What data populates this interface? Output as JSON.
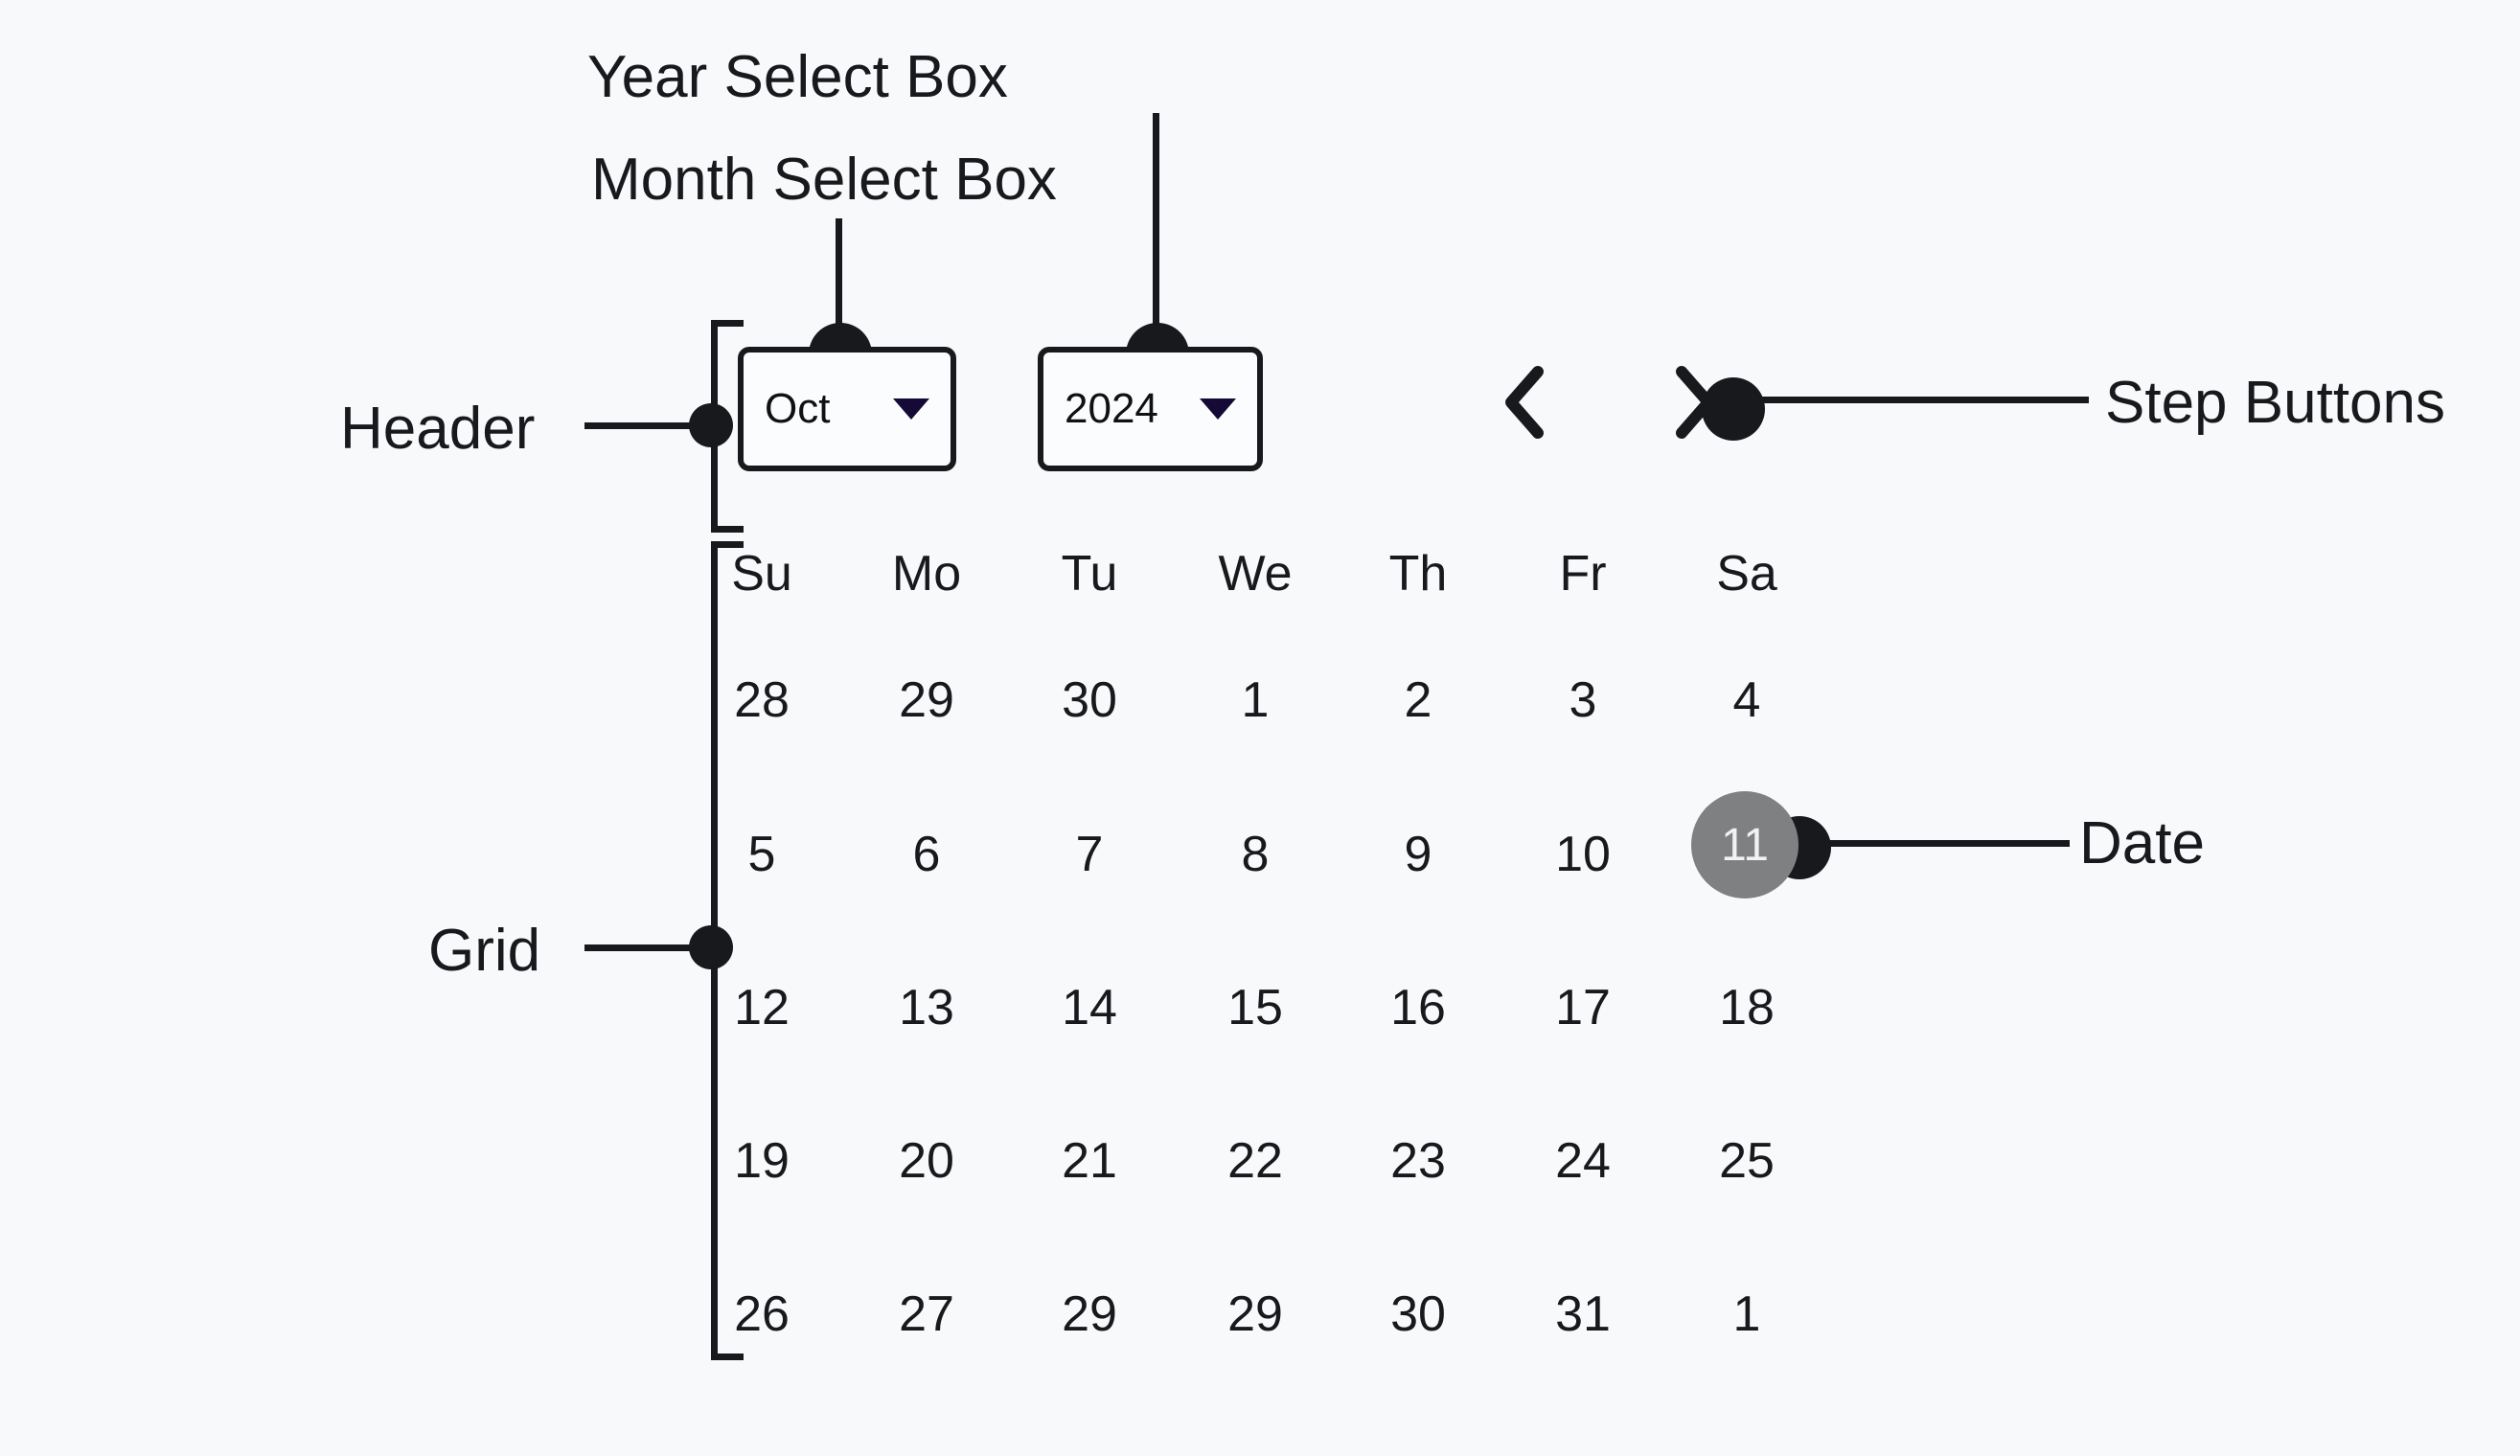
{
  "page": {
    "background_color": "#f7f9fb",
    "ink_color": "#17191c",
    "accent_caret_color": "#150a36",
    "selected_day_bg": "#7f8082",
    "selected_day_fg": "#f2f2f2"
  },
  "annotations": {
    "month_select_box": "Month Select Box",
    "year_select_box": "Year Select Box",
    "header": "Header",
    "grid": "Grid",
    "step_buttons": "Step Buttons",
    "date": "Date"
  },
  "calendar": {
    "header": {
      "month_select": {
        "value": "Oct",
        "caret_icon": "chevron-down-icon"
      },
      "year_select": {
        "value": "2024",
        "caret_icon": "chevron-down-icon"
      },
      "prev_button": {
        "icon": "chevron-left-icon"
      },
      "next_button": {
        "icon": "chevron-right-icon"
      }
    },
    "grid": {
      "weekdays": [
        "Su",
        "Mo",
        "Tu",
        "We",
        "Th",
        "Fr",
        "Sa"
      ],
      "selected_day": "11",
      "rows": [
        [
          "28",
          "29",
          "30",
          "1",
          "2",
          "3",
          "4"
        ],
        [
          "5",
          "6",
          "7",
          "8",
          "9",
          "10",
          "11"
        ],
        [
          "12",
          "13",
          "14",
          "15",
          "16",
          "17",
          "18"
        ],
        [
          "19",
          "20",
          "21",
          "22",
          "23",
          "24",
          "25"
        ],
        [
          "26",
          "27",
          "29",
          "29",
          "30",
          "31",
          "1"
        ]
      ]
    }
  }
}
